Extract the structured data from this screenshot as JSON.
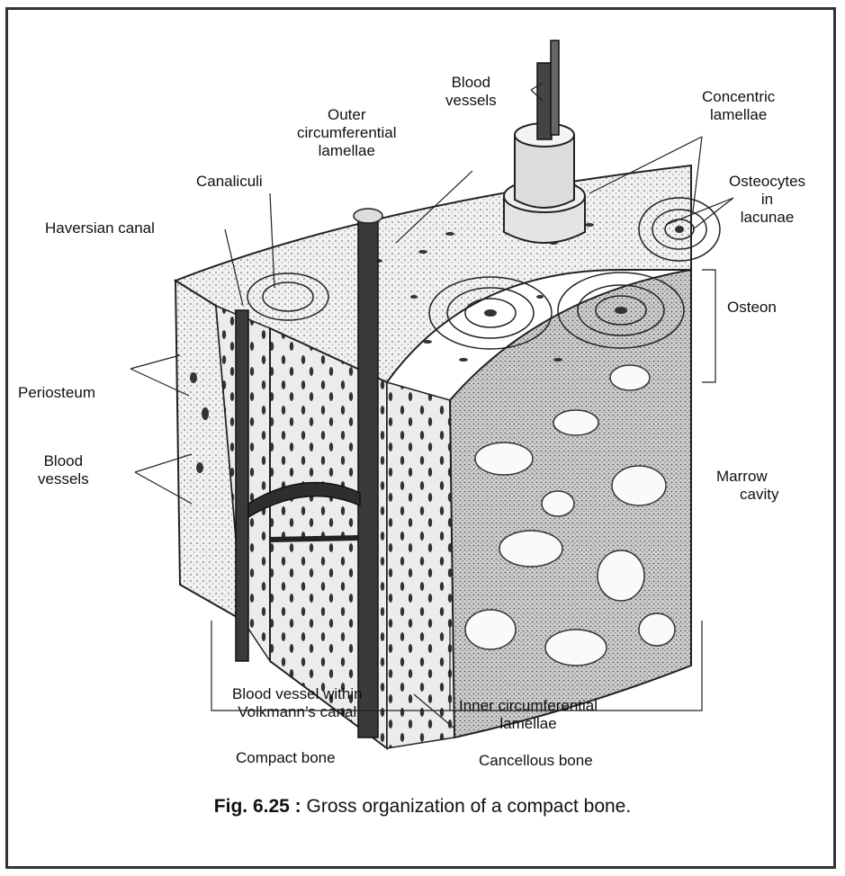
{
  "labels": {
    "blood_vessels_top": [
      "Blood",
      "vessels"
    ],
    "concentric_lamellae": [
      "Concentric",
      "lamellae"
    ],
    "outer_circumferential_lamellae": [
      "Outer",
      "circumferential",
      "lamellae"
    ],
    "canaliculi": "Canaliculi",
    "osteocytes_in_lacunae": [
      "Osteocytes",
      "in",
      "lacunae"
    ],
    "haversian_canal": "Haversian canal",
    "osteon": "Osteon",
    "periosteum": "Periosteum",
    "blood_vessels_left": [
      "Blood",
      "vessels"
    ],
    "marrow_cavity": [
      "Marrow",
      "cavity"
    ],
    "blood_vessel_volkmann": [
      "Blood vessel within",
      "Volkmann’s canal"
    ],
    "inner_circumferential_lamellae": [
      "Inner circumferential",
      "lamellae"
    ],
    "compact_bone": "Compact bone",
    "cancellous_bone": "Cancellous bone"
  },
  "caption": {
    "prefix": "Fig. 6.25 :",
    "text": " Gross organization of a compact bone."
  }
}
